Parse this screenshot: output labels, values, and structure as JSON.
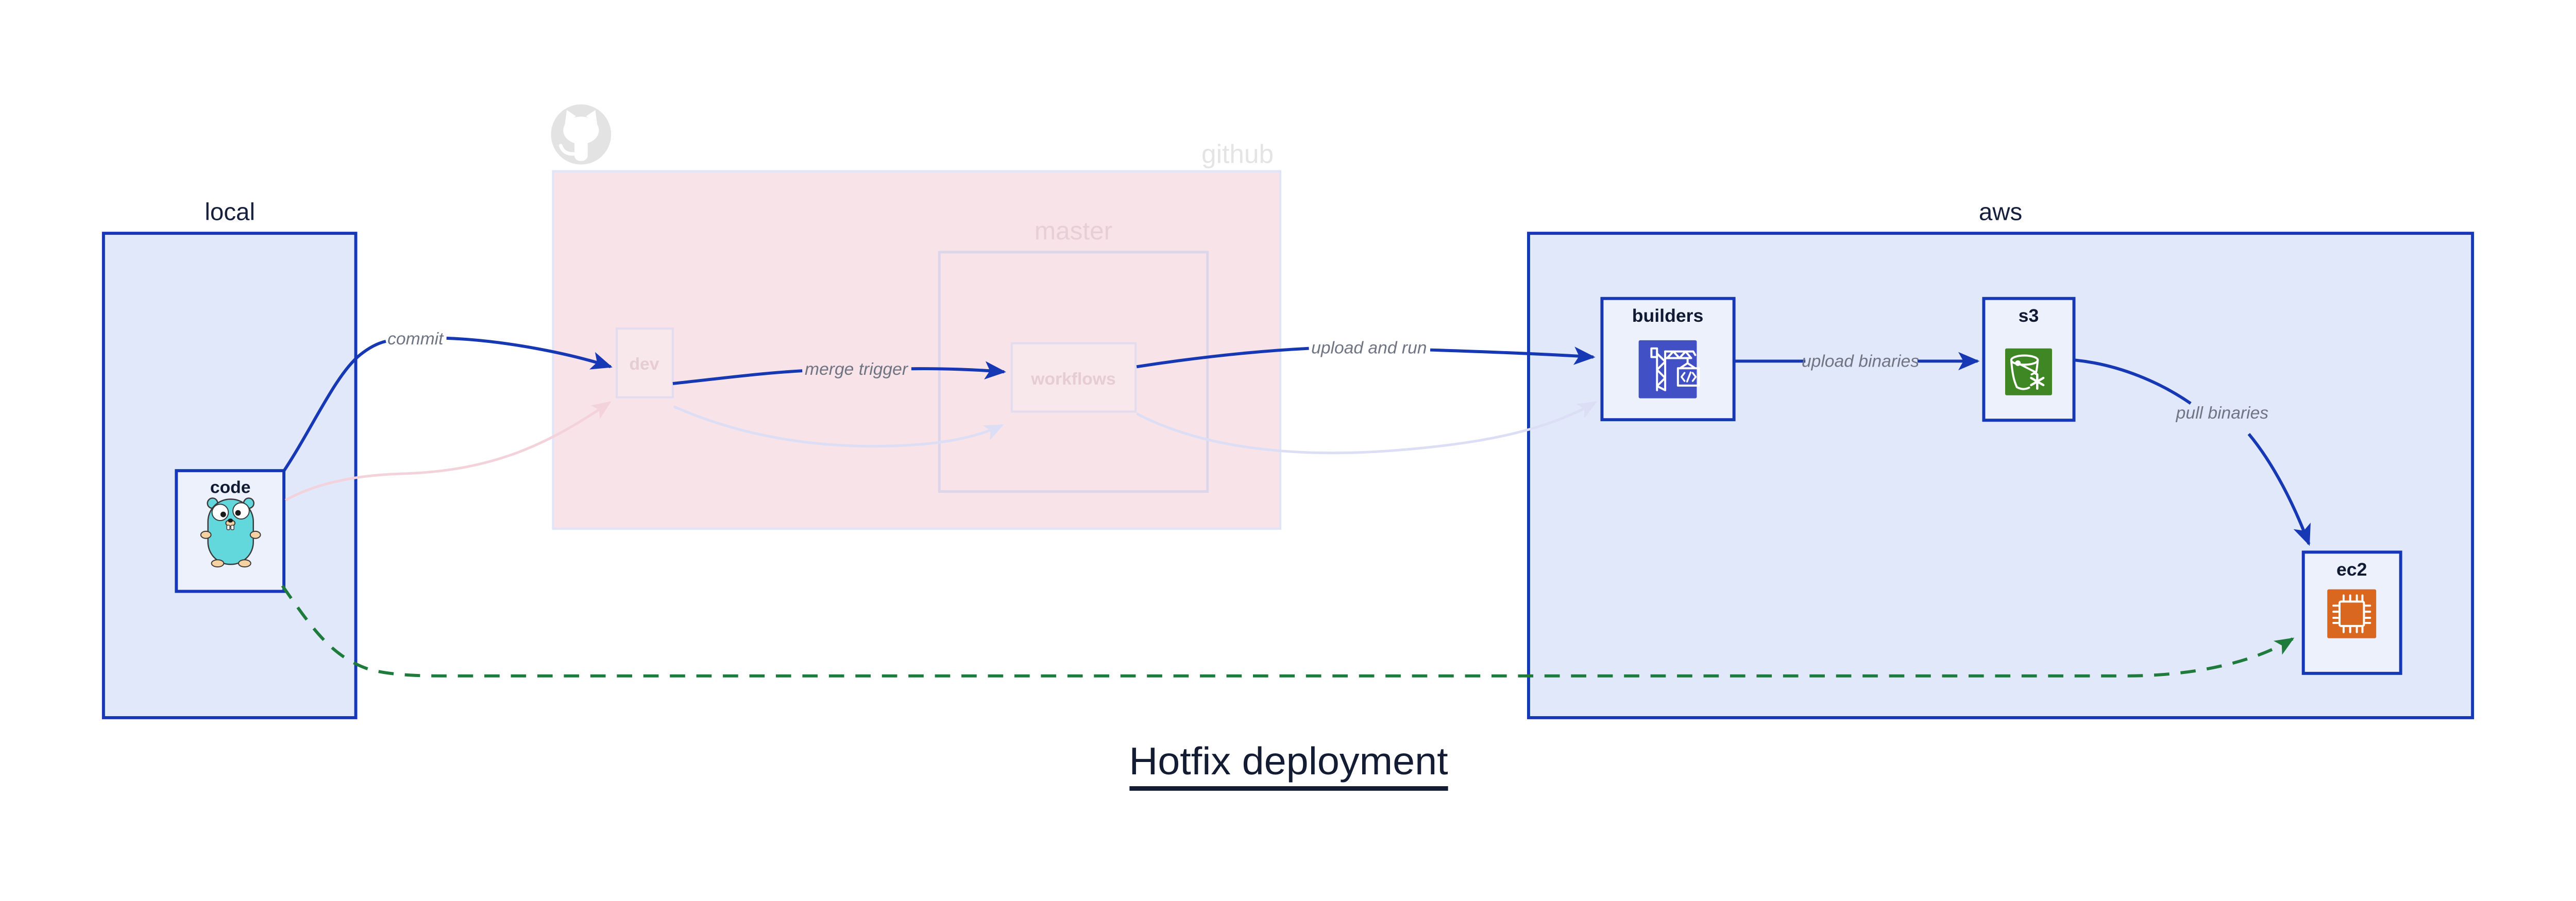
{
  "title": {
    "text": "Hotfix deployment"
  },
  "groups": {
    "local": "local",
    "github": "github",
    "master": "master",
    "aws": "aws"
  },
  "nodes": {
    "code": "code",
    "dev": "dev",
    "workflows": "workflows",
    "builders": "builders",
    "s3": "s3",
    "ec2": "ec2"
  },
  "edges": {
    "commit": "commit",
    "merge_trigger": "merge trigger",
    "upload_and_run": "upload and run",
    "upload_binaries": "upload binaries",
    "pull_binaries": "pull binaries"
  },
  "icons": {
    "code_icon": "go-gopher-icon",
    "github_icon": "github-octocat-icon",
    "builders_icon": "codebuild-crane-icon",
    "s3_icon": "s3-bucket-snowflake-icon",
    "ec2_icon": "ec2-chip-icon"
  },
  "colors": {
    "blue": "#1638b4",
    "panel_blue_fill": "#e0e8fa",
    "node_fill": "#edf1fc",
    "pink_fill": "#f8e3e8",
    "pink_border": "#dfe4f8",
    "faded_border": "#dcd6eb",
    "faded_pink_text": "#e7cfd8",
    "gray_edge_label": "#6f7482",
    "github_gray": "#e4e4e4",
    "green_dashed": "#1e7b3c",
    "codebuild_purple": "#4150c5",
    "s3_green": "#3f8624",
    "ec2_orange": "#d9671f",
    "gopher_teal": "#63d8dc",
    "dark_text": "#131c33"
  }
}
